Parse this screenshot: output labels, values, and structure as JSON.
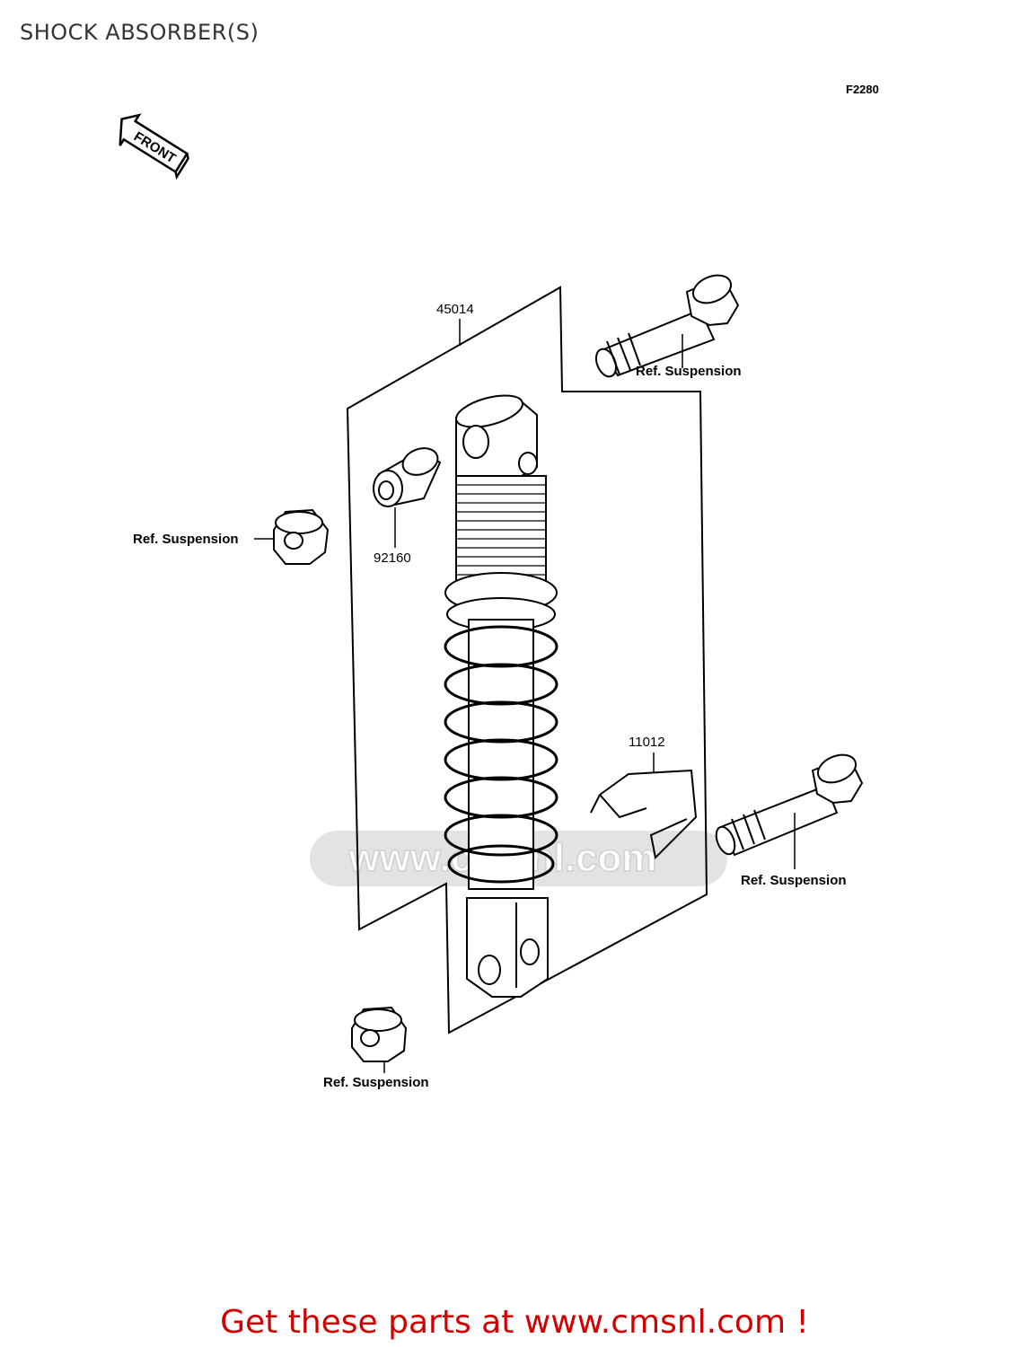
{
  "page": {
    "title": "SHOCK ABSORBER(S)",
    "diagram_id": "F2280",
    "front_arrow_text": "FRONT"
  },
  "parts": {
    "shock_absorber": "45014",
    "bushing": "92160",
    "clamp": "11012"
  },
  "references": {
    "upper_bolt": "Ref. Suspension",
    "upper_nut": "Ref. Suspension",
    "lower_bolt": "Ref. Suspension",
    "lower_nut": "Ref. Suspension"
  },
  "watermark": {
    "text": "www.cmsnl.com"
  },
  "footer": {
    "text": "Get these parts at www.cmsnl.com !"
  },
  "colors": {
    "footer": "#d40000",
    "title": "#333333",
    "watermark": "#e3e3e3"
  }
}
